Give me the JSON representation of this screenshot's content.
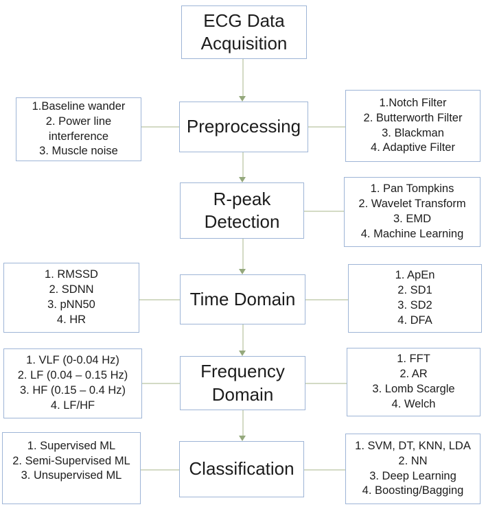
{
  "diagram": {
    "type": "flowchart",
    "colors": {
      "box_border": "#9db4d6",
      "connector_line": "#d3dac4",
      "arrowhead": "#94a87c",
      "text": "#1c1c1c",
      "background": "#ffffff"
    },
    "nodes": {
      "acquisition": {
        "label": "ECG Data Acquisition"
      },
      "preprocessing": {
        "label": "Preprocessing",
        "left_items": [
          "1.Baseline wander",
          "2. Power line interference",
          "3. Muscle noise"
        ],
        "right_items": [
          "1.Notch Filter",
          "2. Butterworth Filter",
          "3. Blackman",
          "4. Adaptive Filter"
        ]
      },
      "rpeak": {
        "label": "R-peak Detection",
        "right_items": [
          "1. Pan Tompkins",
          "2. Wavelet Transform",
          "3. EMD",
          "4. Machine Learning"
        ]
      },
      "time_domain": {
        "label": "Time Domain",
        "left_items": [
          "1. RMSSD",
          "2. SDNN",
          "3. pNN50",
          "4. HR"
        ],
        "right_items": [
          "1. ApEn",
          "2. SD1",
          "3. SD2",
          "4. DFA"
        ]
      },
      "frequency_domain": {
        "label": "Frequency Domain",
        "left_items": [
          "1. VLF (0-0.04 Hz)",
          "2. LF (0.04 – 0.15 Hz)",
          "3. HF (0.15 – 0.4 Hz)",
          "4. LF/HF"
        ],
        "right_items": [
          "1. FFT",
          "2. AR",
          "3. Lomb Scargle",
          "4. Welch"
        ]
      },
      "classification": {
        "label": "Classification",
        "left_items": [
          "1. Supervised ML",
          "2. Semi-Supervised ML",
          "3. Unsupervised ML"
        ],
        "right_items": [
          "1. SVM, DT, KNN, LDA",
          "2. NN",
          "3. Deep Learning",
          "4. Boosting/Bagging"
        ]
      }
    }
  }
}
